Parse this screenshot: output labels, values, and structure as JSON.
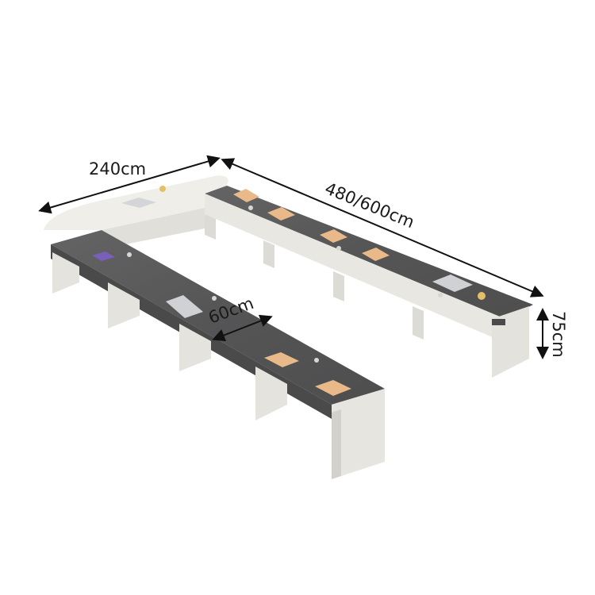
{
  "dimensions": {
    "width_left": "240cm",
    "width_right": "480/600cm",
    "depth": "60cm",
    "height": "75cm"
  },
  "colors": {
    "top_dark": "#5a5a5b",
    "top_white": "#ecebe6",
    "panel_white": "#e6e5e0",
    "panel_shade": "#d2d1cc",
    "notebook": "#e9b989",
    "laptop": "#c9cbce",
    "arrow": "#111111"
  }
}
